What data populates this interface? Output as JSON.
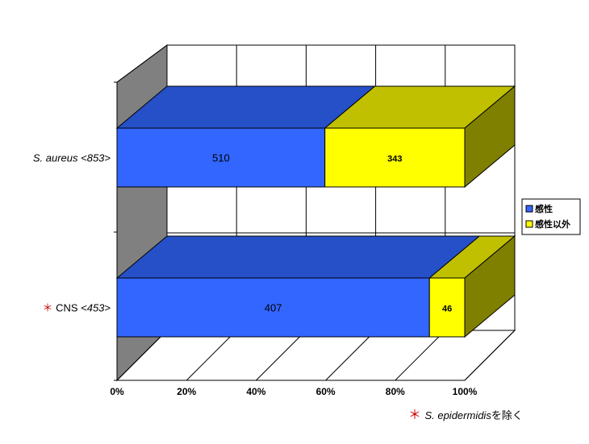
{
  "chart_data": {
    "type": "bar",
    "orientation": "horizontal",
    "stacked": "percent",
    "three_d": true,
    "categories": [
      {
        "marker": "",
        "name": "S. aureus",
        "count": "<853>"
      },
      {
        "marker": "＊",
        "name": "CNS",
        "count": "<453>"
      }
    ],
    "series": [
      {
        "name": "感性",
        "values": [
          510,
          407
        ],
        "color": "#3366ff"
      },
      {
        "name": "感性以外",
        "values": [
          343,
          46
        ],
        "color": "#ffff00"
      }
    ],
    "x_ticks": [
      "0%",
      "20%",
      "40%",
      "60%",
      "80%",
      "100%"
    ],
    "xlim": [
      0,
      100
    ],
    "grid": true,
    "legend_position": "right"
  },
  "footnote": {
    "mark": "＊",
    "species": "S. epidermidis",
    "suffix": "を除く"
  },
  "colors": {
    "wall": "#808080",
    "blue_top": "#2650c8",
    "yellow_top": "#c0c000",
    "yellow_side": "#808000",
    "grid": "#000000"
  }
}
